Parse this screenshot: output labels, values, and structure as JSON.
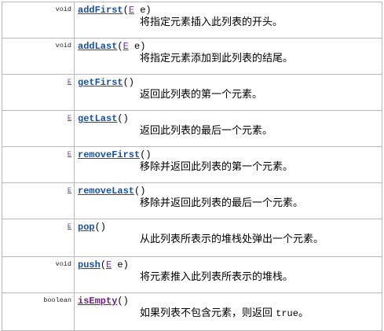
{
  "methods": [
    {
      "return_type": "void",
      "return_is_link": false,
      "name": "addFirst",
      "open_paren": "(",
      "param_type": "E",
      "param_name": " e",
      "close_paren": ")",
      "description": "将指定元素插入此列表的开头。",
      "visited": false
    },
    {
      "return_type": "void",
      "return_is_link": false,
      "name": "addLast",
      "open_paren": "(",
      "param_type": "E",
      "param_name": " e",
      "close_paren": ")",
      "description": "将指定元素添加到此列表的结尾。",
      "visited": false
    },
    {
      "return_type": "E",
      "return_is_link": true,
      "name": "getFirst",
      "open_paren": "()",
      "param_type": "",
      "param_name": "",
      "close_paren": "",
      "description": "返回此列表的第一个元素。",
      "visited": false
    },
    {
      "return_type": "E",
      "return_is_link": true,
      "name": "getLast",
      "open_paren": "()",
      "param_type": "",
      "param_name": "",
      "close_paren": "",
      "description": "返回此列表的最后一个元素。",
      "visited": false
    },
    {
      "return_type": "E",
      "return_is_link": true,
      "name": "removeFirst",
      "open_paren": "()",
      "param_type": "",
      "param_name": "",
      "close_paren": "",
      "description": "移除并返回此列表的第一个元素。",
      "visited": false
    },
    {
      "return_type": "E",
      "return_is_link": true,
      "name": "removeLast",
      "open_paren": "()",
      "param_type": "",
      "param_name": "",
      "close_paren": "",
      "description": "移除并返回此列表的最后一个元素。",
      "visited": false
    },
    {
      "return_type": "E",
      "return_is_link": true,
      "name": "pop",
      "open_paren": "()",
      "param_type": "",
      "param_name": "",
      "close_paren": "",
      "description": "从此列表所表示的堆栈处弹出一个元素。",
      "visited": false
    },
    {
      "return_type": "void",
      "return_is_link": false,
      "name": "push",
      "open_paren": "(",
      "param_type": "E",
      "param_name": " e",
      "close_paren": ")",
      "description": "将元素推入此列表所表示的堆栈。",
      "visited": false
    },
    {
      "return_type": "boolean",
      "return_is_link": false,
      "name": "isEmpty",
      "open_paren": "()",
      "param_type": "",
      "param_name": "",
      "close_paren": "",
      "description": "如果列表不包含元素，则返回",
      "description_code": "true",
      "description_end": "。",
      "visited": true
    }
  ]
}
